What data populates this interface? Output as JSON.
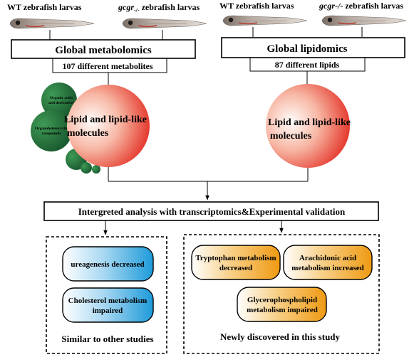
{
  "larvae": [
    {
      "prefix": "WT",
      "suffix": " zebrafish larvas"
    },
    {
      "prefix": "gcgr",
      "sup": "-/-",
      "suffix": " zebrafish larvas"
    },
    {
      "prefix": "WT",
      "suffix": " zebrafish larvas"
    },
    {
      "prefix": "gcgr-/-",
      "suffix": " zebrafish larvas"
    }
  ],
  "metabolomics": {
    "title": "Global metabolomics",
    "subtitle": "107 different metabolites",
    "main_bubble": [
      "Lipid and lipid-like",
      "molecules"
    ],
    "small_bubbles": [
      [
        "Organic acids",
        "and derivatives"
      ],
      [
        "Organoheterocyclic",
        "compounds"
      ]
    ]
  },
  "lipidomics": {
    "title": "Global lipidomics",
    "subtitle": "87 different lipids",
    "main_bubble": [
      "Lipid and lipid-like",
      "molecules"
    ]
  },
  "integrated": "Intergreted analysis with transcriptomics&Experimental validation",
  "left_panel": {
    "items": [
      [
        "ureagenesis decreased"
      ],
      [
        "Cholesterol metabolism",
        "impaired"
      ]
    ],
    "caption": "Similar to other studies"
  },
  "right_panel": {
    "items": [
      [
        "Tryptophan metabolism",
        "decreased"
      ],
      [
        "Arachidonic acid",
        "metabolism increased"
      ],
      [
        "Glycerophospholipid",
        "metabolism impaired"
      ]
    ],
    "caption": "Newly discovered in this study"
  },
  "colors": {
    "red_text": "#e8231f",
    "green_bubble": "#1e6b35",
    "red_bubble": "#e22a1f",
    "blue_pill": "#1d9ad9",
    "orange_pill": "#f0a01c"
  }
}
